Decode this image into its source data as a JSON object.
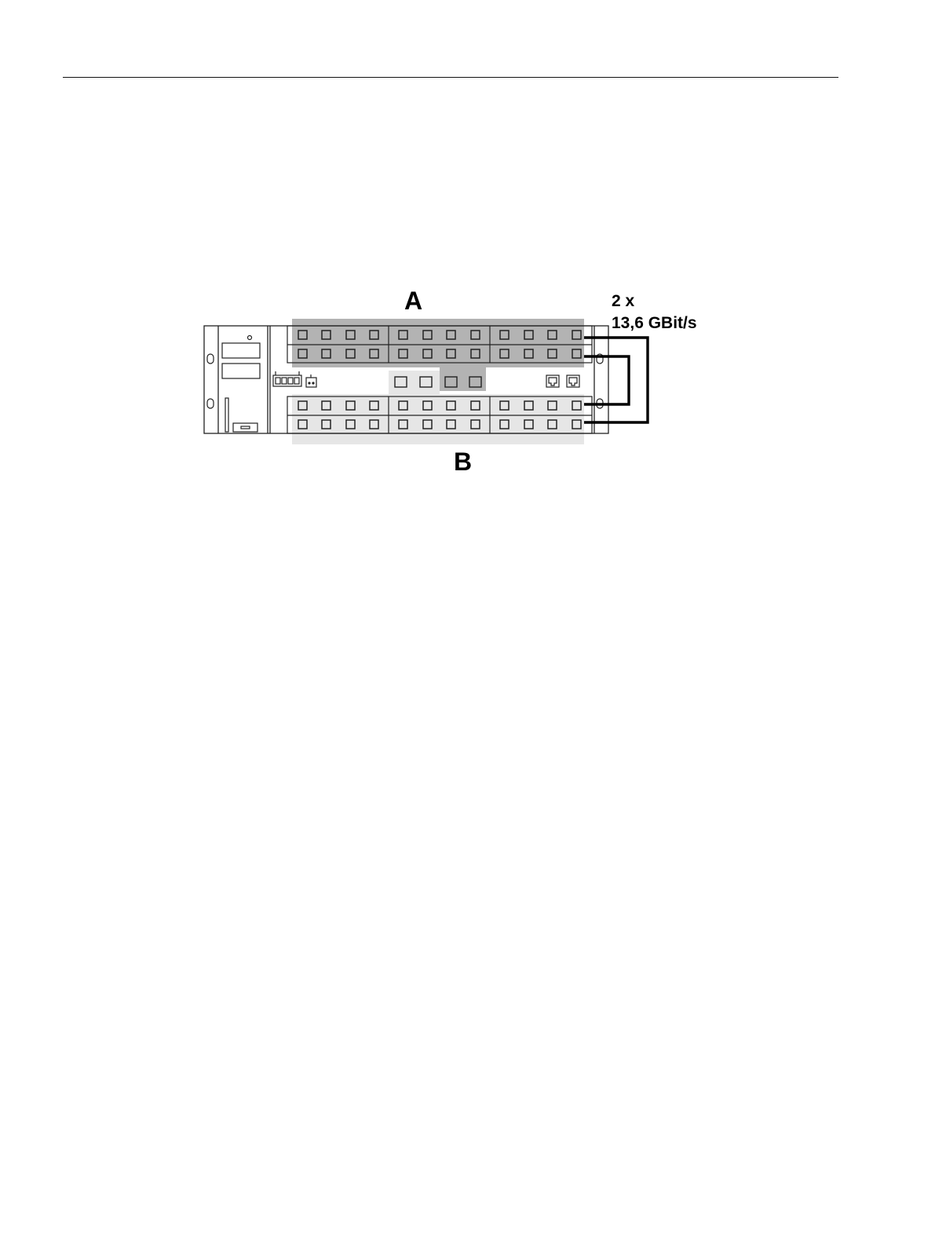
{
  "figure": {
    "group_a_label": "A",
    "group_b_label": "B",
    "link_label_line1": "2 x",
    "link_label_line2": "13,6 GBit/s"
  },
  "colors": {
    "group_a_shade": "#b3b3b3",
    "group_b_shade": "#e6e6e6",
    "line": "#000000"
  }
}
